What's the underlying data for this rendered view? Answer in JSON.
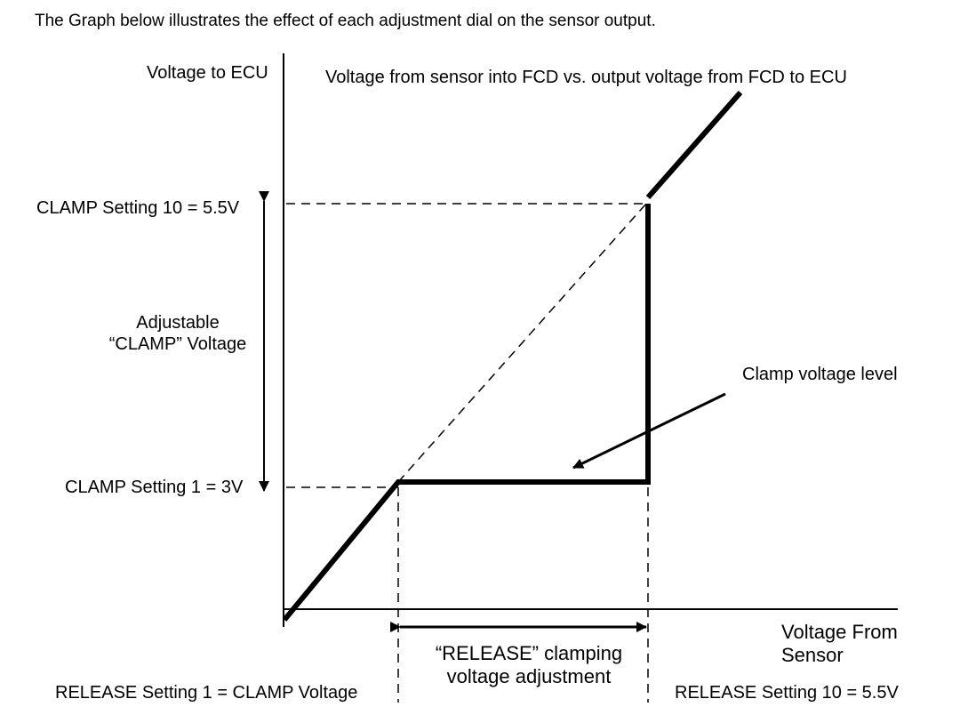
{
  "intro_text": "The Graph below illustrates the effect of each adjustment dial on the sensor output.",
  "diagram": {
    "title": "Voltage from sensor into FCD vs. output voltage from FCD to ECU",
    "y_axis_label": "Voltage to ECU",
    "x_axis_label": "Voltage From Sensor",
    "clamp_setting_10": "CLAMP Setting 10 = 5.5V",
    "clamp_setting_1": "CLAMP Setting 1 = 3V",
    "adjustable_clamp_label": "Adjustable “CLAMP” Voltage",
    "clamp_voltage_level_label": "Clamp voltage level",
    "release_adjustment_label": "“RELEASE” clamping voltage adjustment",
    "release_setting_1": "RELEASE Setting 1 = CLAMP Voltage",
    "release_setting_10": "RELEASE Setting 10 = 5.5V"
  }
}
